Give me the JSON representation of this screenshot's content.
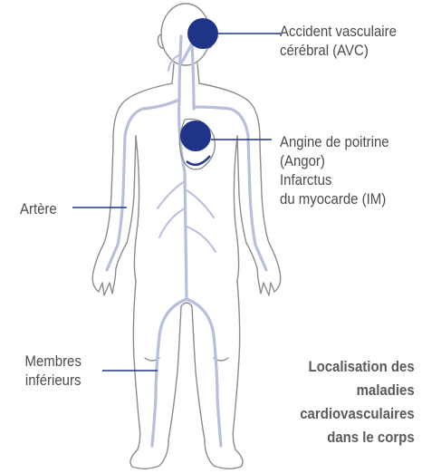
{
  "labels": {
    "avc": [
      "Accident vasculaire",
      "cérébral (AVC)"
    ],
    "angor": [
      "Angine de poitrine",
      "(Angor)",
      "Infarctus",
      "du myocarde (IM)"
    ],
    "artere": "Artère",
    "membres": [
      "Membres",
      "inférieurs"
    ]
  },
  "caption": [
    "Localisation des",
    "maladies",
    "cardiovasculaires",
    "dans le corps"
  ],
  "colors": {
    "marker": "#1f3389",
    "leader": "#1f3389",
    "vessels": "#b8bfdc",
    "outline": "#8a8a8a",
    "text": "#4b4b4b",
    "caption": "#5a5a5a"
  }
}
